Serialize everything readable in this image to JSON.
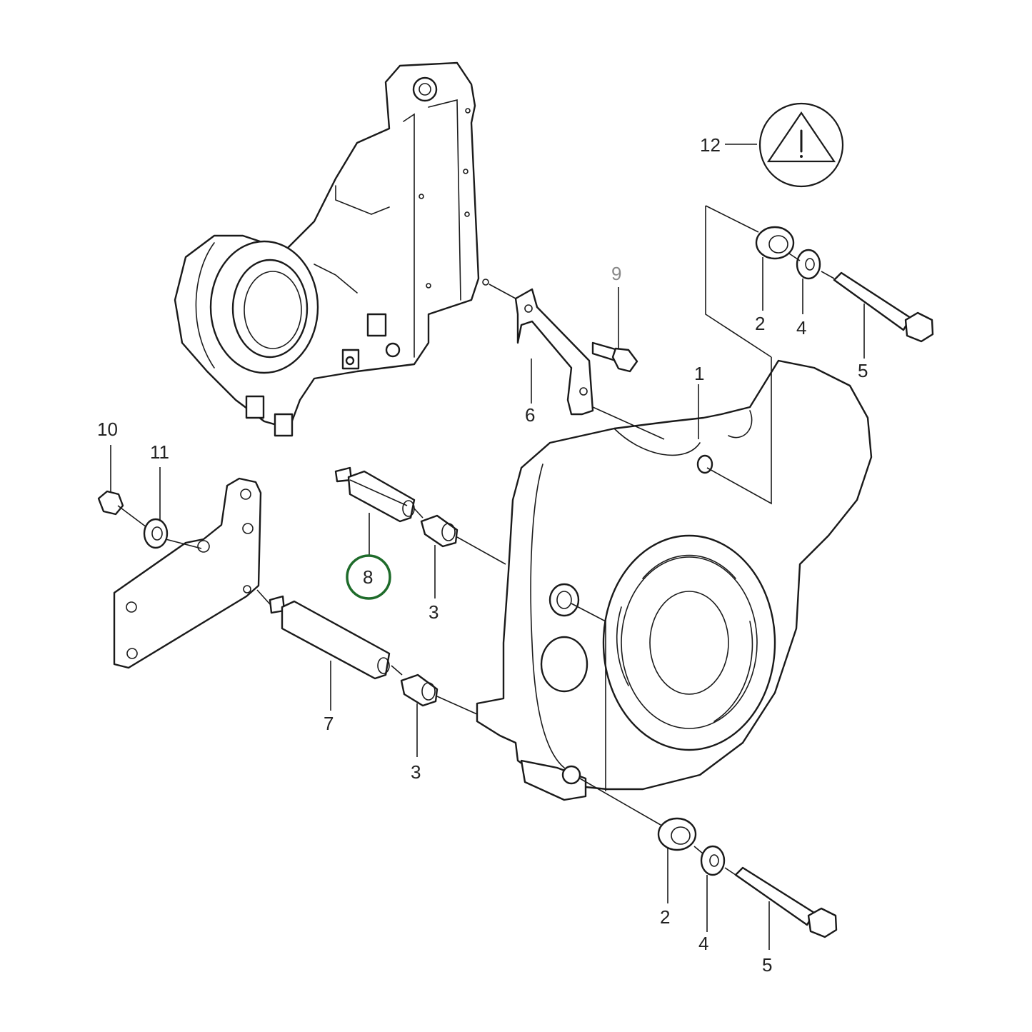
{
  "colors": {
    "line": "#1a1a1a",
    "background": "#ffffff",
    "highlight": "#1e6b2a",
    "muted_label": "#888888"
  },
  "highlighted_part": "8",
  "callouts": [
    {
      "id": "c1",
      "label": "1"
    },
    {
      "id": "c2a",
      "label": "2"
    },
    {
      "id": "c2b",
      "label": "2"
    },
    {
      "id": "c3a",
      "label": "3"
    },
    {
      "id": "c3b",
      "label": "3"
    },
    {
      "id": "c4a",
      "label": "4"
    },
    {
      "id": "c4b",
      "label": "4"
    },
    {
      "id": "c5a",
      "label": "5"
    },
    {
      "id": "c5b",
      "label": "5"
    },
    {
      "id": "c6",
      "label": "6"
    },
    {
      "id": "c7",
      "label": "7"
    },
    {
      "id": "c8",
      "label": "8"
    },
    {
      "id": "c9",
      "label": "9"
    },
    {
      "id": "c10",
      "label": "10"
    },
    {
      "id": "c11",
      "label": "11"
    },
    {
      "id": "c12",
      "label": "12"
    }
  ],
  "icons": [
    "warning-triangle-icon"
  ]
}
